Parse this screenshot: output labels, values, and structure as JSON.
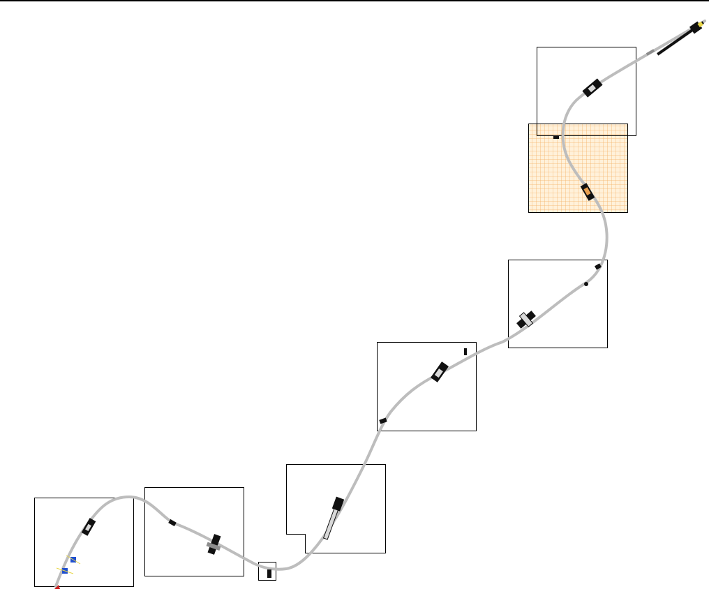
{
  "colors": {
    "background": "#ffffff",
    "frame": "#000000",
    "route": "#bdbdbd",
    "selected_fill": "#fff1da",
    "selected_grid": "#f5b266",
    "symbol_dark": "#111111",
    "accent_blue": "#2050d0",
    "accent_yellow": "#e8d64a",
    "accent_red": "#cc2222"
  },
  "sheets": [
    {
      "id": "sheet-1",
      "selected": false
    },
    {
      "id": "sheet-2",
      "selected": false
    },
    {
      "id": "sheet-3",
      "selected": false
    },
    {
      "id": "sheet-4",
      "selected": false
    },
    {
      "id": "sheet-5",
      "selected": false
    },
    {
      "id": "sheet-6",
      "selected": false
    },
    {
      "id": "sheet-7",
      "selected": true
    },
    {
      "id": "sheet-8",
      "selected": false
    }
  ],
  "icons": {
    "route": "route-line",
    "component": "aircraft-part-icon",
    "selection": "selected-sheet-grid"
  }
}
